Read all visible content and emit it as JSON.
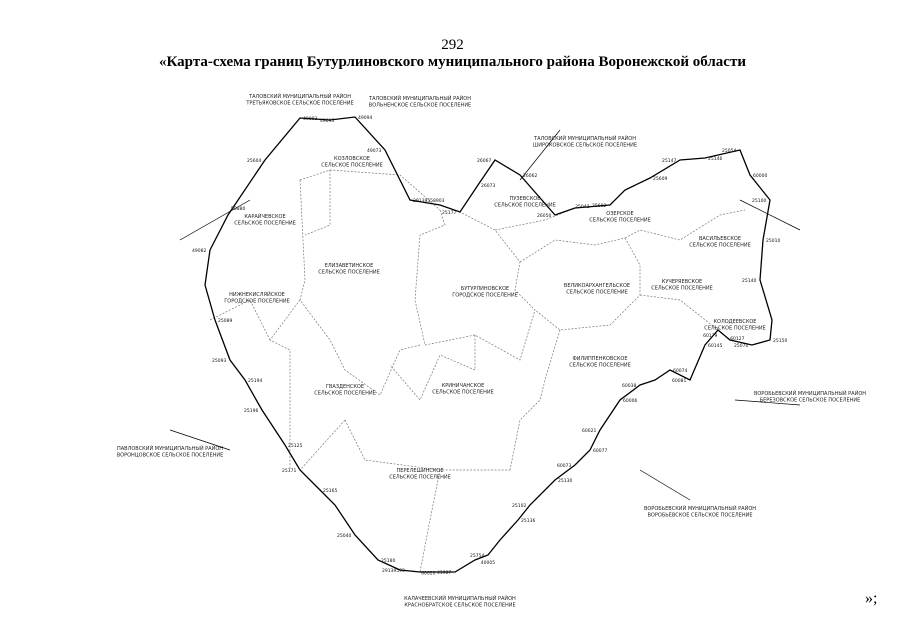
{
  "page_number": "292",
  "title": "«Карта-схема границ Бутурлиновского муниципального района Воронежской области",
  "end_mark": "»;",
  "map": {
    "line_color": "#000000",
    "inner_border_color": "#777777",
    "settlements": [
      {
        "line1": "БУТУРЛИНОВСКОЕ",
        "line2": "ГОРОДСКОЕ ПОСЕЛЕНИЕ"
      },
      {
        "line1": "ВЕЛИКОАРХАНГЕЛЬСКОЕ",
        "line2": "СЕЛЬСКОЕ ПОСЕЛЕНИЕ"
      },
      {
        "line1": "КУЧЕРЯЕВСКОЕ",
        "line2": "СЕЛЬСКОЕ ПОСЕЛЕНИЕ"
      },
      {
        "line1": "ФИЛИППЕНКОВСКОЕ",
        "line2": "СЕЛЬСКОЕ ПОСЕЛЕНИЕ"
      },
      {
        "line1": "КРИНИЧАНСКОЕ",
        "line2": "СЕЛЬСКОЕ ПОСЕЛЕНИЕ"
      },
      {
        "line1": "ГВАЗДЕНСКОЕ",
        "line2": "СЕЛЬСКОЕ ПОСЕЛЕНИЕ"
      },
      {
        "line1": "ЕЛИЗАВЕТИНСКОЕ",
        "line2": "СЕЛЬСКОЕ ПОСЕЛЕНИЕ"
      },
      {
        "line1": "КАРАЙЧЕВСКОЕ",
        "line2": "СЕЛЬСКОЕ ПОСЕЛЕНИЕ"
      },
      {
        "line1": "КОЗЛОВСКОЕ",
        "line2": "СЕЛЬСКОЕ ПОСЕЛЕНИЕ"
      },
      {
        "line1": "ПУЗЕВСКОЕ",
        "line2": "СЕЛЬСКОЕ ПОСЕЛЕНИЕ"
      },
      {
        "line1": "ОЗЕРСКОЕ",
        "line2": "СЕЛЬСКОЕ ПОСЕЛЕНИЕ"
      },
      {
        "line1": "ВАСИЛЬЕВСКОЕ",
        "line2": "СЕЛЬСКОЕ ПОСЕЛЕНИЕ"
      },
      {
        "line1": "КОЛОДЕЕВСКОЕ",
        "line2": "СЕЛЬСКОЕ ПОСЕЛЕНИЕ"
      },
      {
        "line1": "НИЖНЕКИСЛЯЙСКОЕ",
        "line2": "ГОРОДСКОЕ ПОСЕЛЕНИЕ"
      },
      {
        "line1": "ПЕРЕЛЕШИНСКОЕ",
        "line2": "СЕЛЬСКОЕ ПОСЕЛЕНИЕ"
      }
    ],
    "neighbors": [
      {
        "line1": "ТАЛОВСКИЙ МУНИЦИПАЛЬНЫЙ РАЙОН",
        "line2": "ТРЕТЬЯКОВСКОЕ СЕЛЬСКОЕ ПОСЕЛЕНИЕ"
      },
      {
        "line1": "ТАЛОВСКИЙ МУНИЦИПАЛЬНЫЙ РАЙОН",
        "line2": "ВОЛЬНЕНСКОЕ СЕЛЬСКОЕ ПОСЕЛЕНИЕ"
      },
      {
        "line1": "ТАЛОВСКИЙ МУНИЦИПАЛЬНЫЙ РАЙОН",
        "line2": "ШИРОКОВСКОЕ СЕЛЬСКОЕ ПОСЕЛЕНИЕ"
      },
      {
        "line1": "ВОРОБЬЕВСКИЙ МУНИЦИПАЛЬНЫЙ РАЙОН",
        "line2": "БЕРЕЗОВСКОЕ СЕЛЬСКОЕ ПОСЕЛЕНИЕ"
      },
      {
        "line1": "ВОРОБЬЕВСКИЙ МУНИЦИПАЛЬНЫЙ РАЙОН",
        "line2": "ВОРОБЬЕВСКОЕ СЕЛЬСКОЕ ПОСЕЛЕНИЕ"
      },
      {
        "line1": "КАЛАЧЕЕВСКИЙ МУНИЦИПАЛЬНЫЙ РАЙОН",
        "line2": "КРАСНОБРАТСКОЕ СЕЛЬСКОЕ ПОСЕЛЕНИЕ"
      },
      {
        "line1": "ПАВЛОВСКИЙ МУНИЦИПАЛЬНЫЙ РАЙОН",
        "line2": "ВОРОНЦОВСКОЕ СЕЛЬСКОЕ ПОСЕЛЕНИЕ"
      }
    ],
    "points": [
      "49082",
      "50880",
      "25604",
      "49093",
      "49095",
      "49094",
      "49073",
      "29139558903",
      "25177",
      "26073",
      "26067",
      "26062",
      "26050",
      "25042",
      "25602",
      "25609",
      "25147",
      "25146",
      "25054",
      "60000",
      "25100",
      "25010",
      "25140",
      "25150",
      "25070",
      "60127",
      "60179",
      "60145",
      "60081",
      "60074",
      "60038",
      "60006",
      "60021",
      "60077",
      "60073",
      "25130",
      "25102",
      "25136",
      "25754",
      "40005",
      "41987",
      "60020",
      "29139593",
      "25180",
      "25040",
      "25165",
      "25171",
      "25125",
      "25196",
      "25194",
      "25093",
      "25089"
    ]
  }
}
